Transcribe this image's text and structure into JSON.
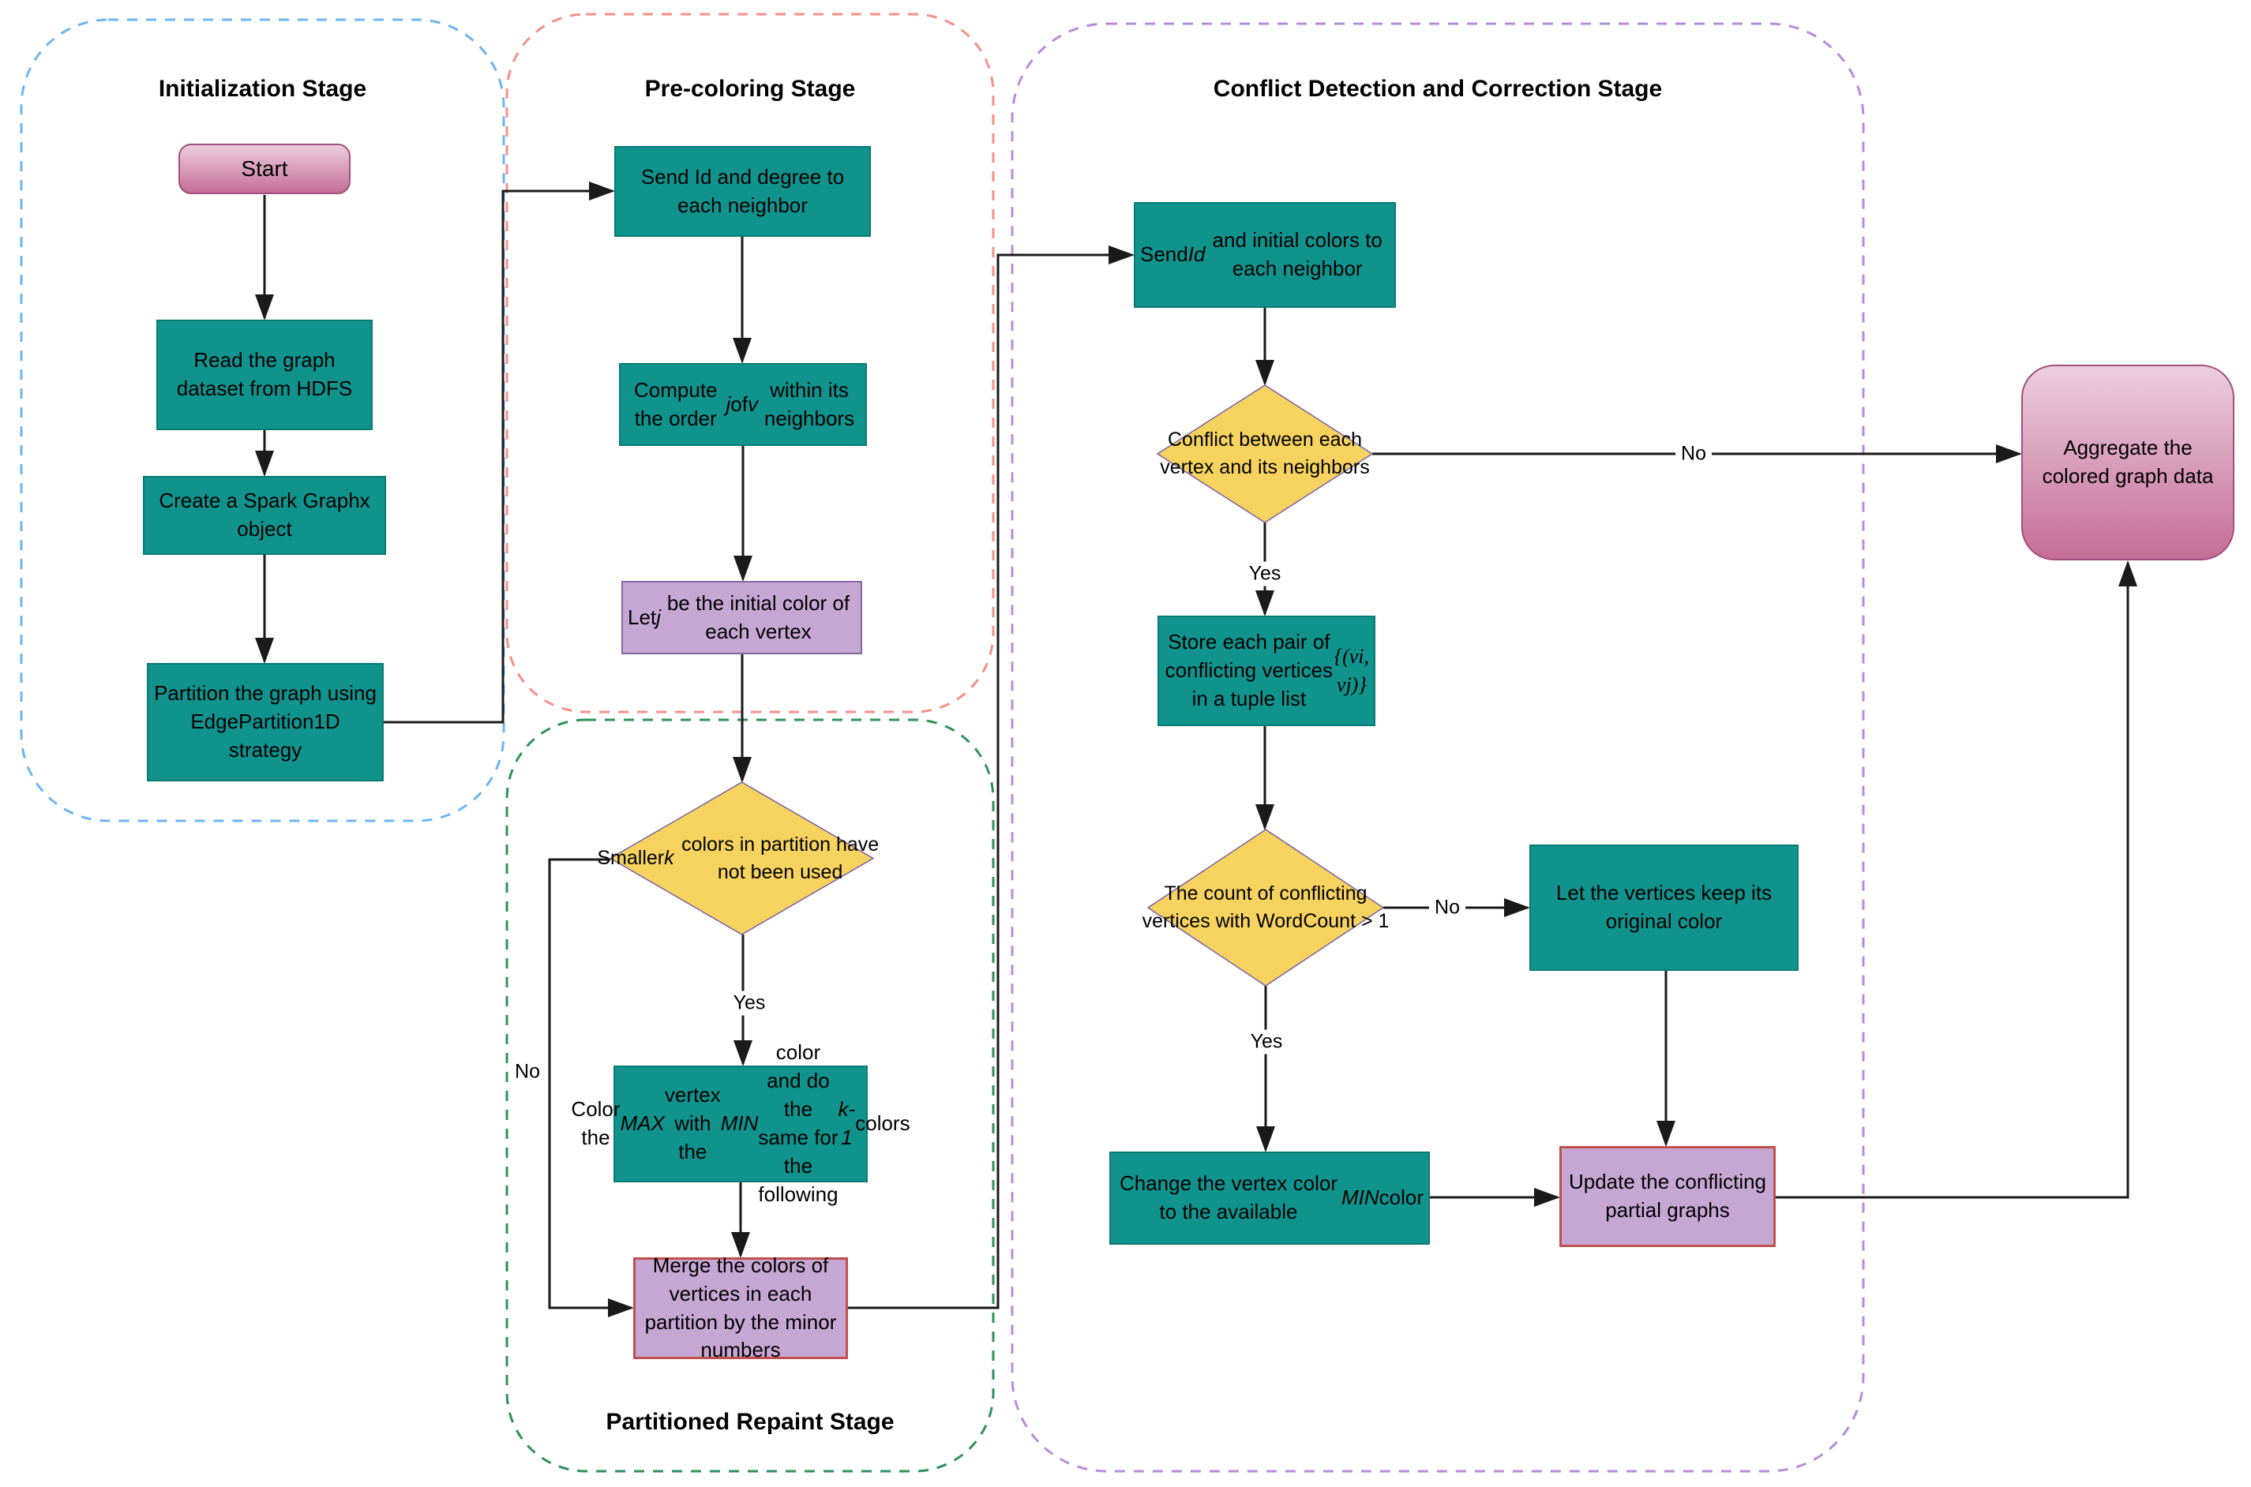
{
  "colors": {
    "node-teal": "#10938c",
    "node-teal-border": "#0a7a74",
    "node-purple": "#c6a7d4",
    "node-purple-border": "#8766a8",
    "accent-red-border": "#c0504d",
    "diamond-gold": "#f6d35f",
    "diamond-border": "#7b5fa8",
    "pink-top": "#eccede",
    "pink-bottom": "#c56d96",
    "pink-border": "#a24f7c",
    "stage-init-border": "#6db5f2",
    "stage-precolor-border": "#f59088",
    "stage-repaint-border": "#2e9258",
    "stage-conflict-border": "#b98bdb",
    "edge": "#1a1a1a",
    "text": "#000000",
    "background": "#ffffff"
  },
  "stages": {
    "init": {
      "title": "Initialization Stage"
    },
    "precolor": {
      "title": "Pre-coloring Stage"
    },
    "repaint": {
      "title": "Partitioned Repaint Stage"
    },
    "conflict": {
      "title": "Conflict Detection and Correction Stage"
    }
  },
  "nodes": {
    "start": {
      "type": "terminal",
      "label": [
        {
          "t": "Start"
        }
      ]
    },
    "read_graph": {
      "type": "process",
      "label": [
        {
          "t": "Read the graph dataset from HDFS"
        }
      ]
    },
    "create_spark": {
      "type": "process",
      "label": [
        {
          "t": "Create a Spark Graphx object"
        }
      ]
    },
    "partition": {
      "type": "process",
      "label": [
        {
          "t": "Partition the graph using EdgePartition1D strategy"
        }
      ]
    },
    "send_degree": {
      "type": "process",
      "label": [
        {
          "t": "Send Id and degree to each neighbor"
        }
      ]
    },
    "compute_order": {
      "type": "process",
      "label": [
        {
          "t": "Compute the order "
        },
        {
          "t": "j",
          "i": true
        },
        {
          "t": " of "
        },
        {
          "t": "v",
          "i": true
        },
        {
          "t": " within its neighbors"
        }
      ]
    },
    "let_j": {
      "type": "process-purple",
      "label": [
        {
          "t": "Let "
        },
        {
          "t": "j",
          "i": true
        },
        {
          "t": " be the initial color of each vertex"
        }
      ]
    },
    "diamond_k": {
      "type": "decision",
      "label": [
        {
          "t": "Smaller "
        },
        {
          "t": "k",
          "i": true
        },
        {
          "t": " colors in partition have not been used"
        }
      ]
    },
    "color_max": {
      "type": "process",
      "label": [
        {
          "t": "Color the "
        },
        {
          "t": "MAX",
          "i": true
        },
        {
          "t": " vertex with the "
        },
        {
          "t": "MIN",
          "i": true
        },
        {
          "t": " color and do the same for the following "
        },
        {
          "t": "k-1",
          "i": true
        },
        {
          "t": " colors"
        }
      ]
    },
    "merge": {
      "type": "process-purple-red",
      "label": [
        {
          "t": "Merge the colors of vertices in each partition by the minor numbers"
        }
      ]
    },
    "send_initial": {
      "type": "process",
      "label": [
        {
          "t": "Send "
        },
        {
          "t": "Id",
          "i": true
        },
        {
          "t": " and initial colors to each neighbor"
        }
      ]
    },
    "diamond_conflict": {
      "type": "decision",
      "label": [
        {
          "t": "Conflict between each vertex and its neighbors"
        }
      ]
    },
    "store_pairs": {
      "type": "process",
      "label": [
        {
          "t": "Store each pair of conflicting vertices in a tuple list "
        },
        {
          "t": "{(vi, vj)}",
          "i": true,
          "serif": true
        }
      ]
    },
    "diamond_count": {
      "type": "decision",
      "label": [
        {
          "t": "The count of conflicting vertices with WordCount > 1"
        }
      ]
    },
    "keep_color": {
      "type": "process",
      "label": [
        {
          "t": "Let the vertices keep its original color"
        }
      ]
    },
    "change_color": {
      "type": "process",
      "label": [
        {
          "t": "Change the vertex color to the available "
        },
        {
          "t": "MIN",
          "i": true
        },
        {
          "t": " color"
        }
      ]
    },
    "update_graphs": {
      "type": "process-purple-red",
      "label": [
        {
          "t": "Update the conflicting partial graphs"
        }
      ]
    },
    "aggregate": {
      "type": "terminal",
      "label": [
        {
          "t": "Aggregate the colored graph data"
        }
      ]
    }
  },
  "edge_labels": {
    "k_yes": "Yes",
    "k_no": "No",
    "conflict_yes": "Yes",
    "conflict_no": "No",
    "count_yes": "Yes",
    "count_no": "No"
  }
}
